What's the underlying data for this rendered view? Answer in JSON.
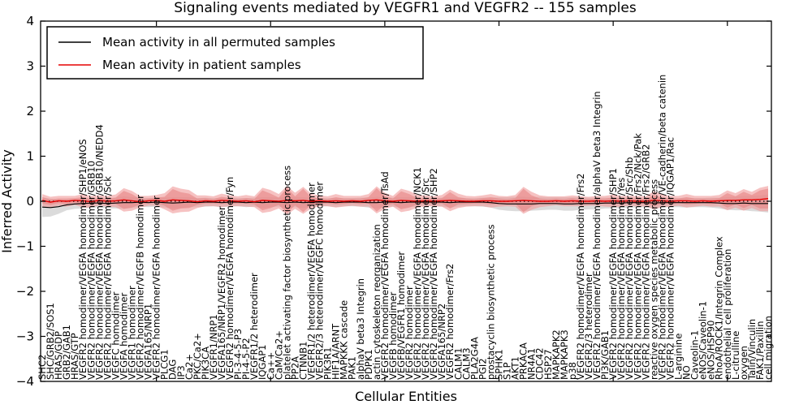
{
  "chart_data": {
    "type": "line",
    "title": "Signaling events mediated by VEGFR1 and VEGFR2 -- 155 samples",
    "xlabel": "Cellular Entities",
    "ylabel": "Inferred Activity",
    "ylim": [
      -4,
      4
    ],
    "yticks": [
      -4,
      -3,
      -2,
      -1,
      0,
      1,
      2,
      3,
      4
    ],
    "grid": false,
    "legend_position": "upper left",
    "zero_line": {
      "style": "dotted",
      "color": "#000000",
      "y": 0
    },
    "colors": {
      "permuted_line": "#000000",
      "patient_line": "#e60000",
      "permuted_band": "#d9d9d9",
      "patient_band": "#f09a9a",
      "patient_band_core": "#e88484"
    },
    "x_categories": [
      "SHC2",
      "SHC/GRB2/SOS1",
      "HRAS/GDP",
      "GRB2/GAB1",
      "HRAS/GTP",
      "VEGFR2 homodimer/VEGFA homodimer/SHP1/eNOS",
      "VEGFR2 homodimer/VEGFA homodimer/GRB10",
      "VEGFR2 homodimer/VEGFA homodimer/GRB10/NEDD4",
      "VEGFR2 homodimer/VEGFA homodimer/Sck",
      "VEGFC homodimer",
      "VEGFA homodimer",
      "VEGFR1 homodimer",
      "VEGFR2 homodimer/VEGFB homodimer",
      "VEGFA165/NRP1",
      "VEGFR2 homodimer/VEGFA homodimer",
      "PLCG1",
      "DAG",
      "IP3",
      "Ca2+",
      "PKC/Ca2+",
      "PIK3CA",
      "VEGFR1/NRP1",
      "VEGFA165/NRP1/VEGFR2 homodimer",
      "VEGFR2 homodimer/VEGFA homodimer/Fyn",
      "PI-3-4-5-P3",
      "PI-4-5-P2",
      "VEGFR1/2 heterodimer",
      "IQGAP1",
      "Ca++",
      "CaM/Ca2+",
      "platelet activating factor biosynthetic process",
      "PP2A",
      "CTNNB1",
      "VEGFR1/2 heterodimer/VEGFA homodimer",
      "VEGFR2/3 heterodimer/VEGFC homodimer",
      "PIK3R1",
      "HIF1A/ARNT",
      "MAPKKK cascade",
      "PAK1",
      "alphaV beta3 Integrin",
      "PDPK1",
      "actin cytoskeleton reorganization",
      "VEGFR2 homodimer/VEGFA homodimer/TsAd",
      "VEGFB homodimer",
      "VEGFB/VEGFR1 homodimer",
      "VEGFR2 homodimer",
      "VEGFR2 homodimer/VEGFA homodimer/NCK1",
      "VEGFR2 homodimer/VEGFA homodimer/Src",
      "VEGFR2 homodimer/VEGFA homodimer/SHP2",
      "VEGFA165/NRP2",
      "VEGFR2 homodimer/Frs2",
      "CALM1",
      "CALM3",
      "PLA2G4A",
      "PGI2",
      "prostacyclin biosynthetic process",
      "SPHK1",
      "S1P",
      "AKT1",
      "PRKACA",
      "NR4A1",
      "CDC42",
      "HSP27",
      "MAPKAPK2",
      "MAPKAPK3",
      "p38",
      "VEGFR2 homodimer/VEGFA homodimer/Frs2",
      "VEGFR2/3 heterodimer",
      "VEGFR2 homodimer/VEGFA homodimer/alphaV beta3 Integrin",
      "PI3K/GAB1",
      "VEGFR2 homodimer/VEGFA homodimer/SHP1",
      "VEGFR2 homodimer/VEGFA homodimer/Yes",
      "VEGFR2 homodimer/VEGFA homodimer/Src/Shb",
      "VEGFR2 homodimer/VEGFA homodimer/Frs2/Nck/Pak",
      "VEGFR2 homodimer/VEGFA homodimer/Frs2/GRB2",
      "reactive oxygen species metabolic process",
      "VEGFR2 homodimer/VEGFA homodimer/VE-cadherin/beta catenin",
      "VEGFR2 homodimer/VEGFA homodimer/IQGAP1/Rac",
      "L-arginine",
      "NO",
      "Caveolin-1",
      "eNOS/Caveolin-1",
      "eNOS/HSP90",
      "RhoA/ROCK1/Integrin Complex",
      "endothelial cell proliferation",
      "L-citrulline",
      "oxygen",
      "Talin/Vinculin",
      "FAK1/Paxillin",
      "cell migration"
    ],
    "series": [
      {
        "name": "Mean activity in all permuted samples",
        "color": "#000000",
        "values": [
          -0.13,
          -0.14,
          -0.12,
          -0.08,
          -0.06,
          -0.05,
          -0.04,
          -0.04,
          -0.05,
          -0.04,
          -0.03,
          -0.03,
          -0.02,
          -0.03,
          -0.02,
          -0.03,
          -0.04,
          -0.03,
          -0.02,
          -0.03,
          -0.02,
          -0.02,
          -0.03,
          -0.02,
          -0.02,
          -0.03,
          -0.02,
          -0.03,
          -0.02,
          -0.02,
          -0.03,
          -0.02,
          -0.03,
          -0.02,
          -0.02,
          -0.02,
          -0.03,
          -0.02,
          -0.02,
          -0.02,
          -0.03,
          -0.03,
          -0.02,
          -0.02,
          -0.03,
          -0.02,
          -0.02,
          -0.02,
          -0.02,
          -0.02,
          -0.03,
          -0.02,
          -0.02,
          -0.02,
          -0.02,
          -0.03,
          -0.05,
          -0.06,
          -0.06,
          -0.06,
          -0.06,
          -0.05,
          -0.05,
          -0.05,
          -0.06,
          -0.06,
          -0.05,
          -0.05,
          -0.05,
          -0.04,
          -0.04,
          -0.04,
          -0.03,
          -0.03,
          -0.03,
          -0.04,
          -0.03,
          -0.03,
          -0.03,
          -0.03,
          -0.03,
          -0.03,
          -0.03,
          -0.04,
          -0.05,
          -0.05,
          -0.04,
          -0.05,
          -0.05,
          -0.05
        ]
      },
      {
        "name": "Mean activity in patient samples",
        "color": "#e60000",
        "values": [
          0.02,
          -0.02,
          0.01,
          0.0,
          0.02,
          0.01,
          -0.01,
          0.02,
          0.0,
          0.01,
          0.03,
          0.01,
          -0.01,
          0.01,
          0.02,
          0.0,
          0.03,
          0.02,
          0.01,
          -0.01,
          0.01,
          0.0,
          0.02,
          0.01,
          0.0,
          0.01,
          -0.01,
          0.02,
          0.01,
          0.0,
          0.02,
          0.01,
          0.02,
          0.0,
          0.01,
          0.0,
          0.01,
          0.0,
          0.01,
          0.0,
          0.02,
          0.03,
          0.01,
          0.0,
          0.02,
          0.01,
          0.0,
          0.01,
          0.0,
          0.01,
          0.02,
          0.01,
          0.0,
          0.0,
          0.01,
          0.01,
          0.0,
          0.0,
          0.01,
          0.02,
          0.01,
          0.0,
          0.0,
          0.01,
          0.0,
          0.01,
          0.0,
          0.0,
          0.01,
          0.0,
          0.01,
          0.0,
          0.01,
          0.0,
          0.0,
          0.02,
          0.01,
          0.0,
          0.01,
          0.01,
          0.0,
          0.01,
          0.0,
          0.01,
          0.02,
          0.02,
          0.03,
          0.03,
          0.04,
          0.06
        ]
      }
    ],
    "bands": [
      {
        "name": "permuted std band",
        "color": "#d9d9d9",
        "center_series": 0,
        "half_width": [
          0.22,
          0.2,
          0.16,
          0.12,
          0.11,
          0.11,
          0.1,
          0.1,
          0.11,
          0.12,
          0.14,
          0.12,
          0.1,
          0.1,
          0.1,
          0.11,
          0.13,
          0.12,
          0.11,
          0.1,
          0.1,
          0.09,
          0.1,
          0.1,
          0.09,
          0.1,
          0.1,
          0.12,
          0.11,
          0.1,
          0.13,
          0.11,
          0.12,
          0.1,
          0.09,
          0.09,
          0.1,
          0.09,
          0.09,
          0.1,
          0.11,
          0.13,
          0.11,
          0.1,
          0.12,
          0.11,
          0.1,
          0.09,
          0.09,
          0.1,
          0.11,
          0.1,
          0.09,
          0.09,
          0.1,
          0.11,
          0.14,
          0.15,
          0.16,
          0.16,
          0.15,
          0.15,
          0.14,
          0.14,
          0.15,
          0.15,
          0.14,
          0.13,
          0.13,
          0.12,
          0.12,
          0.11,
          0.11,
          0.11,
          0.1,
          0.12,
          0.11,
          0.1,
          0.1,
          0.11,
          0.1,
          0.1,
          0.11,
          0.12,
          0.14,
          0.15,
          0.16,
          0.17,
          0.18,
          0.2
        ]
      },
      {
        "name": "patient std band",
        "color": "#f09a9a",
        "center_series": 1,
        "half_width": [
          0.14,
          0.12,
          0.11,
          0.12,
          0.1,
          0.15,
          0.13,
          0.11,
          0.12,
          0.14,
          0.26,
          0.22,
          0.13,
          0.11,
          0.12,
          0.18,
          0.3,
          0.26,
          0.24,
          0.14,
          0.12,
          0.11,
          0.15,
          0.12,
          0.11,
          0.13,
          0.12,
          0.28,
          0.24,
          0.16,
          0.32,
          0.18,
          0.3,
          0.16,
          0.12,
          0.11,
          0.15,
          0.12,
          0.11,
          0.12,
          0.14,
          0.3,
          0.18,
          0.12,
          0.26,
          0.22,
          0.14,
          0.12,
          0.11,
          0.13,
          0.24,
          0.16,
          0.12,
          0.11,
          0.12,
          0.15,
          0.12,
          0.11,
          0.13,
          0.3,
          0.2,
          0.13,
          0.11,
          0.1,
          0.11,
          0.12,
          0.11,
          0.1,
          0.11,
          0.12,
          0.14,
          0.12,
          0.11,
          0.12,
          0.11,
          0.2,
          0.14,
          0.12,
          0.11,
          0.15,
          0.12,
          0.11,
          0.12,
          0.13,
          0.22,
          0.16,
          0.24,
          0.18,
          0.26,
          0.28
        ]
      },
      {
        "name": "patient sem band",
        "color": "#e88484",
        "center_series": 1,
        "half_width": [
          0.07,
          0.06,
          0.05,
          0.06,
          0.05,
          0.08,
          0.06,
          0.05,
          0.06,
          0.07,
          0.2,
          0.15,
          0.06,
          0.05,
          0.06,
          0.1,
          0.24,
          0.18,
          0.16,
          0.07,
          0.06,
          0.05,
          0.08,
          0.06,
          0.05,
          0.06,
          0.06,
          0.22,
          0.16,
          0.08,
          0.28,
          0.1,
          0.26,
          0.08,
          0.06,
          0.05,
          0.08,
          0.06,
          0.05,
          0.06,
          0.07,
          0.26,
          0.1,
          0.06,
          0.2,
          0.15,
          0.07,
          0.06,
          0.05,
          0.06,
          0.18,
          0.08,
          0.06,
          0.05,
          0.06,
          0.08,
          0.06,
          0.05,
          0.06,
          0.26,
          0.12,
          0.06,
          0.05,
          0.05,
          0.05,
          0.06,
          0.05,
          0.05,
          0.05,
          0.06,
          0.07,
          0.06,
          0.05,
          0.06,
          0.05,
          0.12,
          0.07,
          0.06,
          0.05,
          0.08,
          0.06,
          0.05,
          0.06,
          0.06,
          0.16,
          0.09,
          0.18,
          0.11,
          0.2,
          0.22
        ]
      }
    ]
  },
  "legend": {
    "items": [
      {
        "label": "Mean activity in all permuted samples",
        "color": "#000000"
      },
      {
        "label": "Mean activity in patient samples",
        "color": "#e60000"
      }
    ]
  }
}
